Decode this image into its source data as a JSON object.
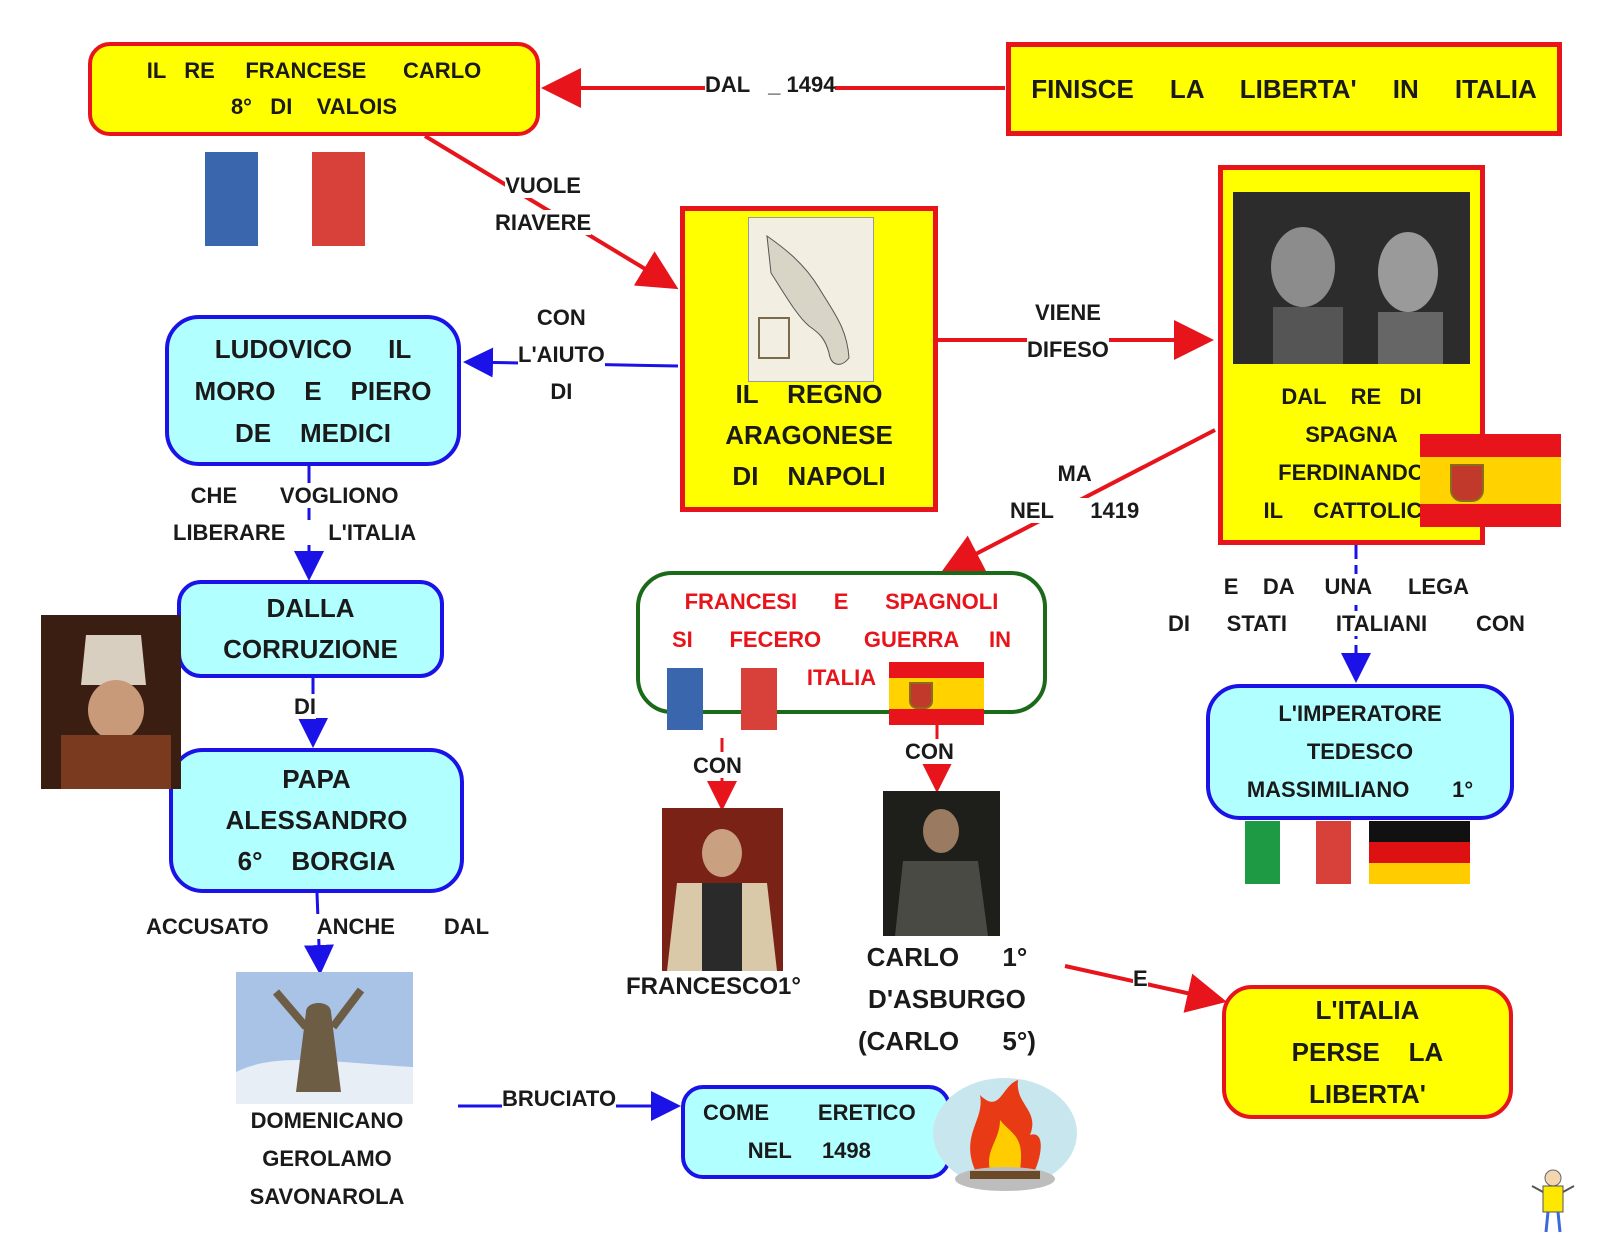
{
  "colors": {
    "red": "#e8141b",
    "blue": "#1a12e6",
    "green": "#1a6a1a",
    "yellow": "#ffff00",
    "cyan": "#b2ffff"
  },
  "nodes": {
    "carlo_8": "IL   RE     FRANCESE      CARLO\n8°   DI    VALOIS",
    "finisce": "FINISCE     LA     LIBERTA'     IN     ITALIA",
    "regno": "IL    REGNO\nARAGONESE\nDI    NAPOLI",
    "ferdinando": "DAL    RE   DI\nSPAGNA\nFERDINANDO\nIL     CATTOLICO",
    "ludovico": "LUDOVICO     IL\nMORO    E    PIERO\nDE    MEDICI",
    "corruzione": "DALLA\nCORRUZIONE",
    "papa": "PAPA\nALESSANDRO\n6°    BORGIA",
    "guerra": "FRANCESI      E      SPAGNOLI\nSI      FECERO       GUERRA     IN\nITALIA",
    "imperatore": "L'IMPERATORE\nTEDESCO\nMASSIMILIANO       1°",
    "italia_perse": "L'ITALIA\nPERSE    LA\nLIBERTA'",
    "come_eretico": "COME        ERETICO\nNEL     1498",
    "savonarola": "DOMENICANO\nGEROLAMO\nSAVONAROLA",
    "francesco": "FRANCESCO1°",
    "carlo_5": "CARLO      1°\nD'ASBURGO\n(CARLO      5°)"
  },
  "links": {
    "dal_1494": "DAL   _ 1494",
    "vuole_riavere": "VUOLE\nRIAVERE",
    "con_aiuto": "CON\nL'AIUTO\nDI",
    "viene_difeso": "VIENE\nDIFESO",
    "ma_nel": "MA\nNEL      1419",
    "che_vogliono": "CHE       VOGLIONO\nLIBERARE       L'ITALIA",
    "di": "DI",
    "accusato": "ACCUSATO        ANCHE        DAL",
    "bruciato": "BRUCIATO",
    "e_lega": "E    DA     UNA      LEGA\nDI      STATI        ITALIANI        CON",
    "con_left": "CON",
    "con_right": "CON",
    "e": "E"
  },
  "icons": [
    "flag-france",
    "flag-spain",
    "flag-italy",
    "flag-germany",
    "naples-map-icon",
    "catholic-monarchs-portrait",
    "pope-portrait",
    "francis-portrait",
    "charles-v-portrait",
    "savonarola-statue-icon",
    "bonfire-icon",
    "mascot-icon"
  ]
}
